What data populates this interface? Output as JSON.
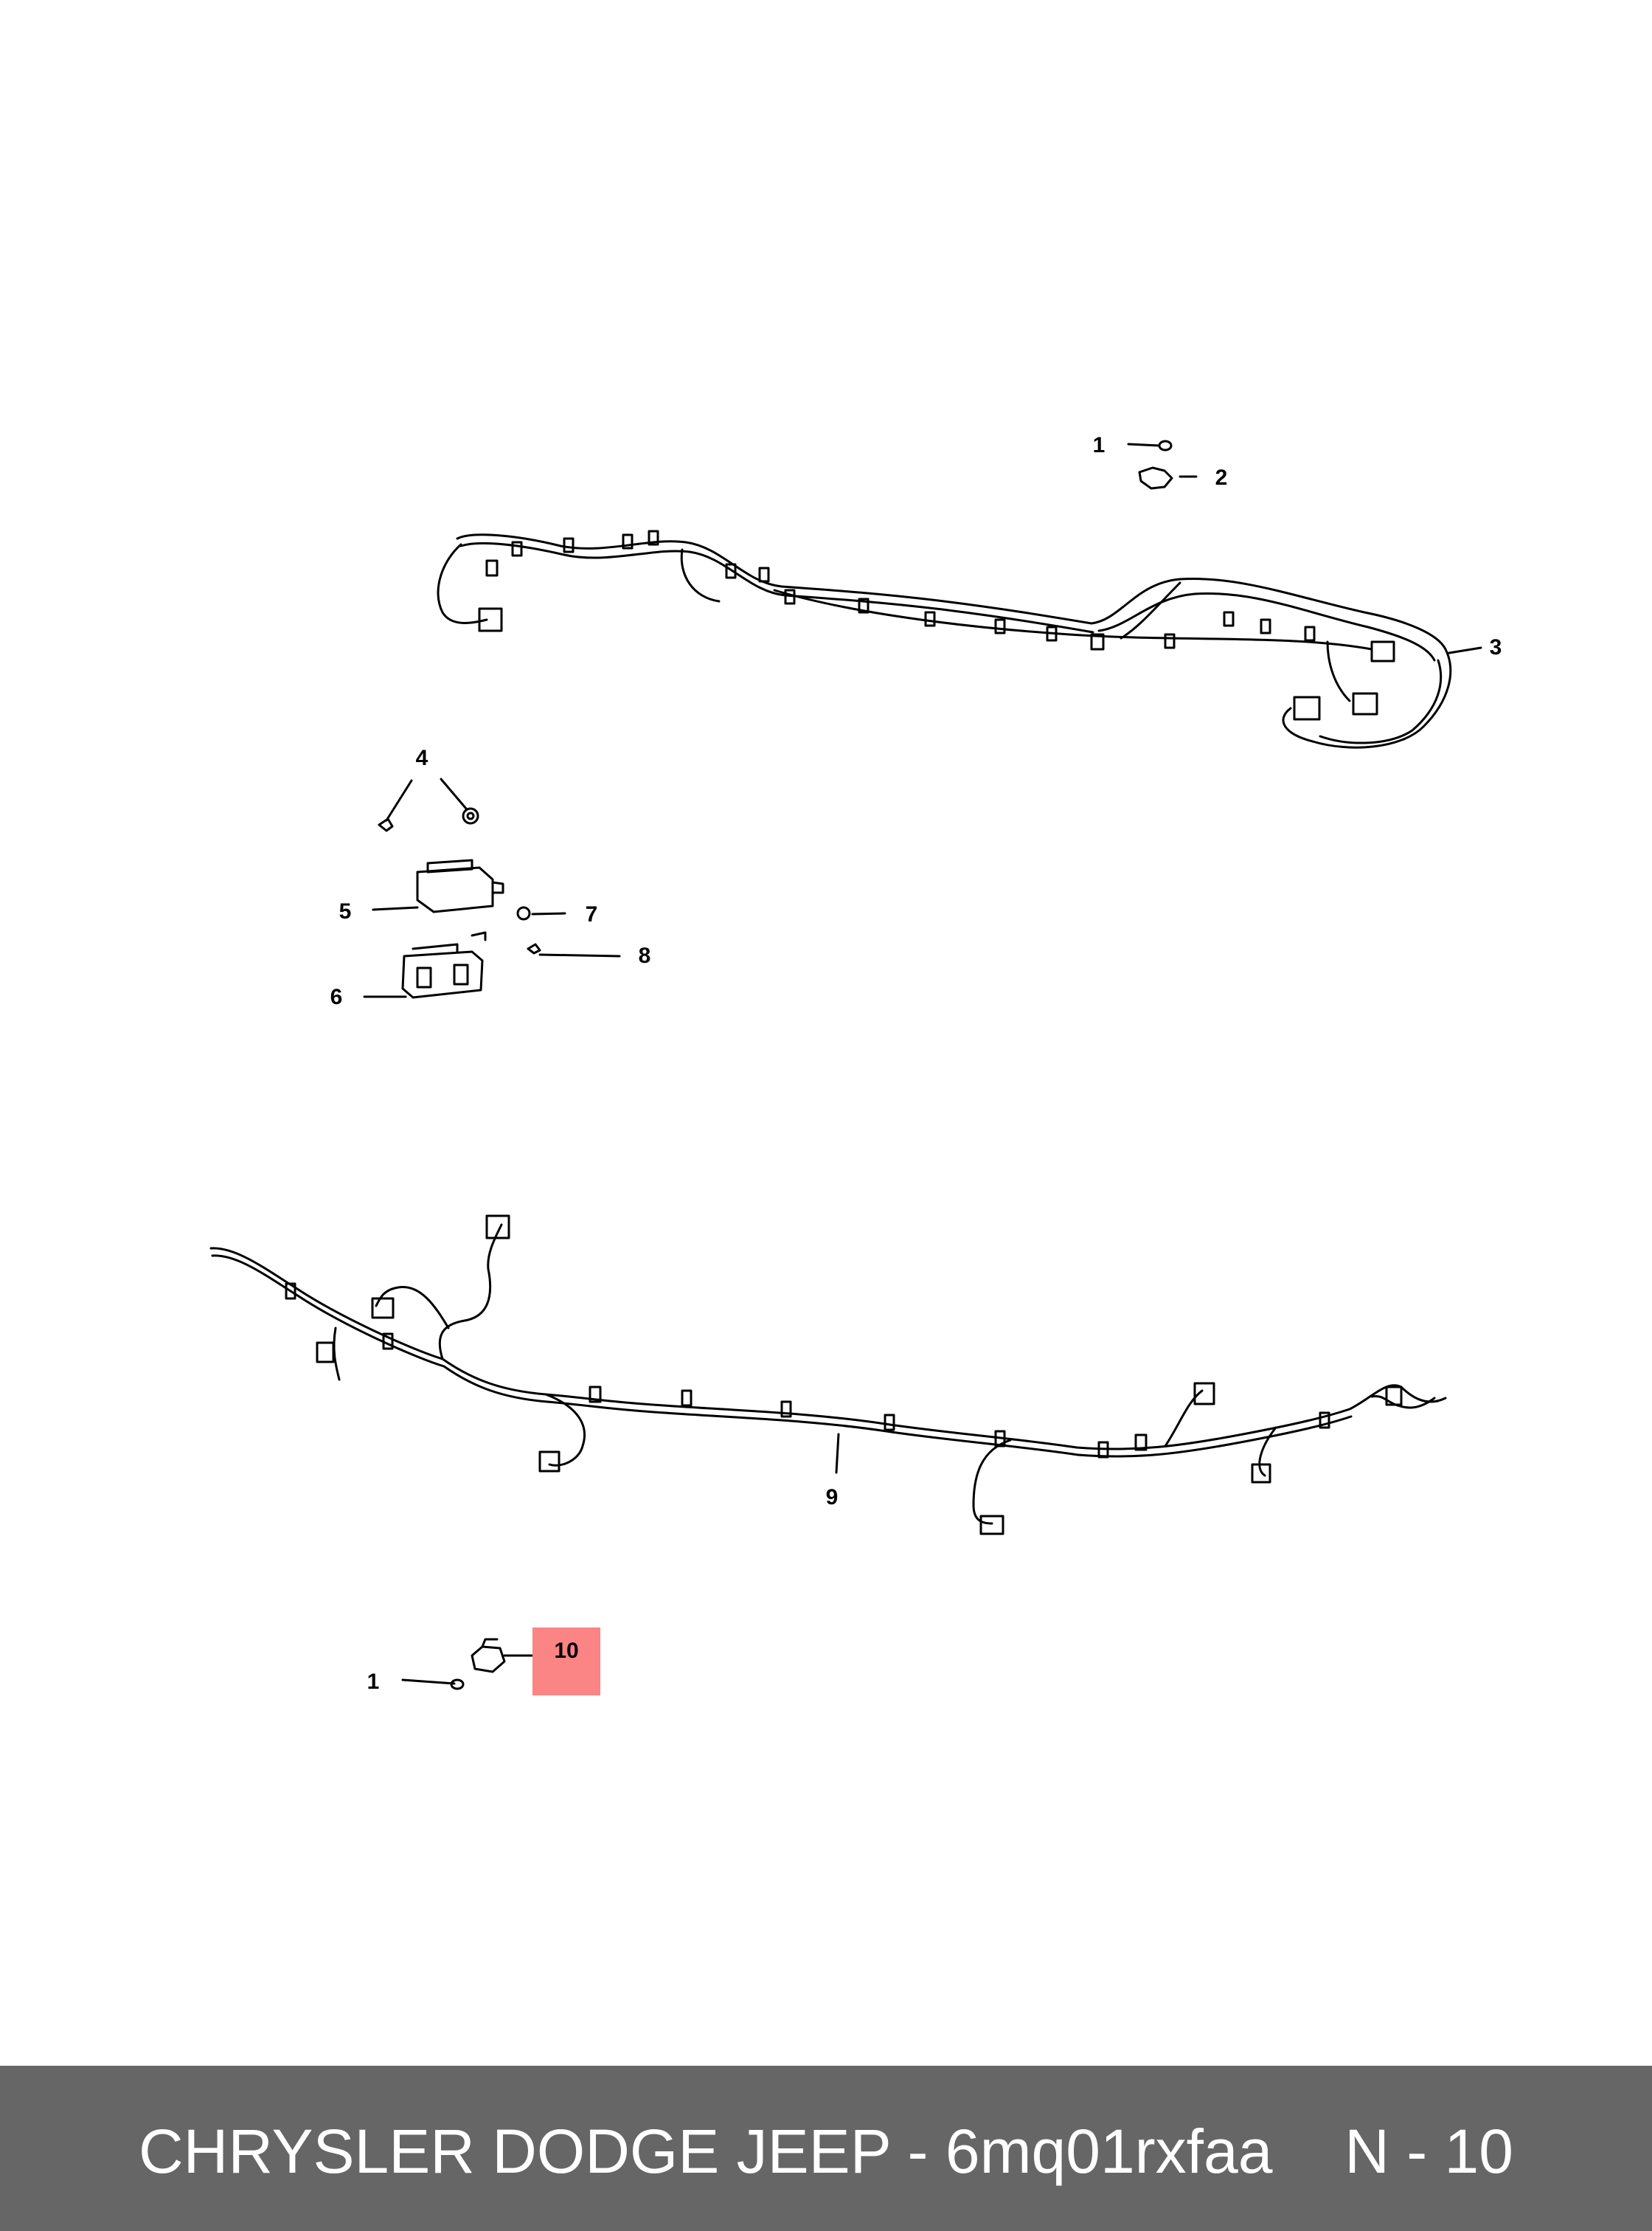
{
  "callouts": {
    "c1_top": "1",
    "c2": "2",
    "c3": "3",
    "c4": "4",
    "c5": "5",
    "c6": "6",
    "c7": "7",
    "c8": "8",
    "c9": "9",
    "c10": "10",
    "c1_bottom": "1"
  },
  "highlight_color": "#fb8484",
  "footer": {
    "title": "CHRYSLER DODGE JEEP - 6mq01rxfaa",
    "page": "N - 10",
    "background": "#666666"
  }
}
